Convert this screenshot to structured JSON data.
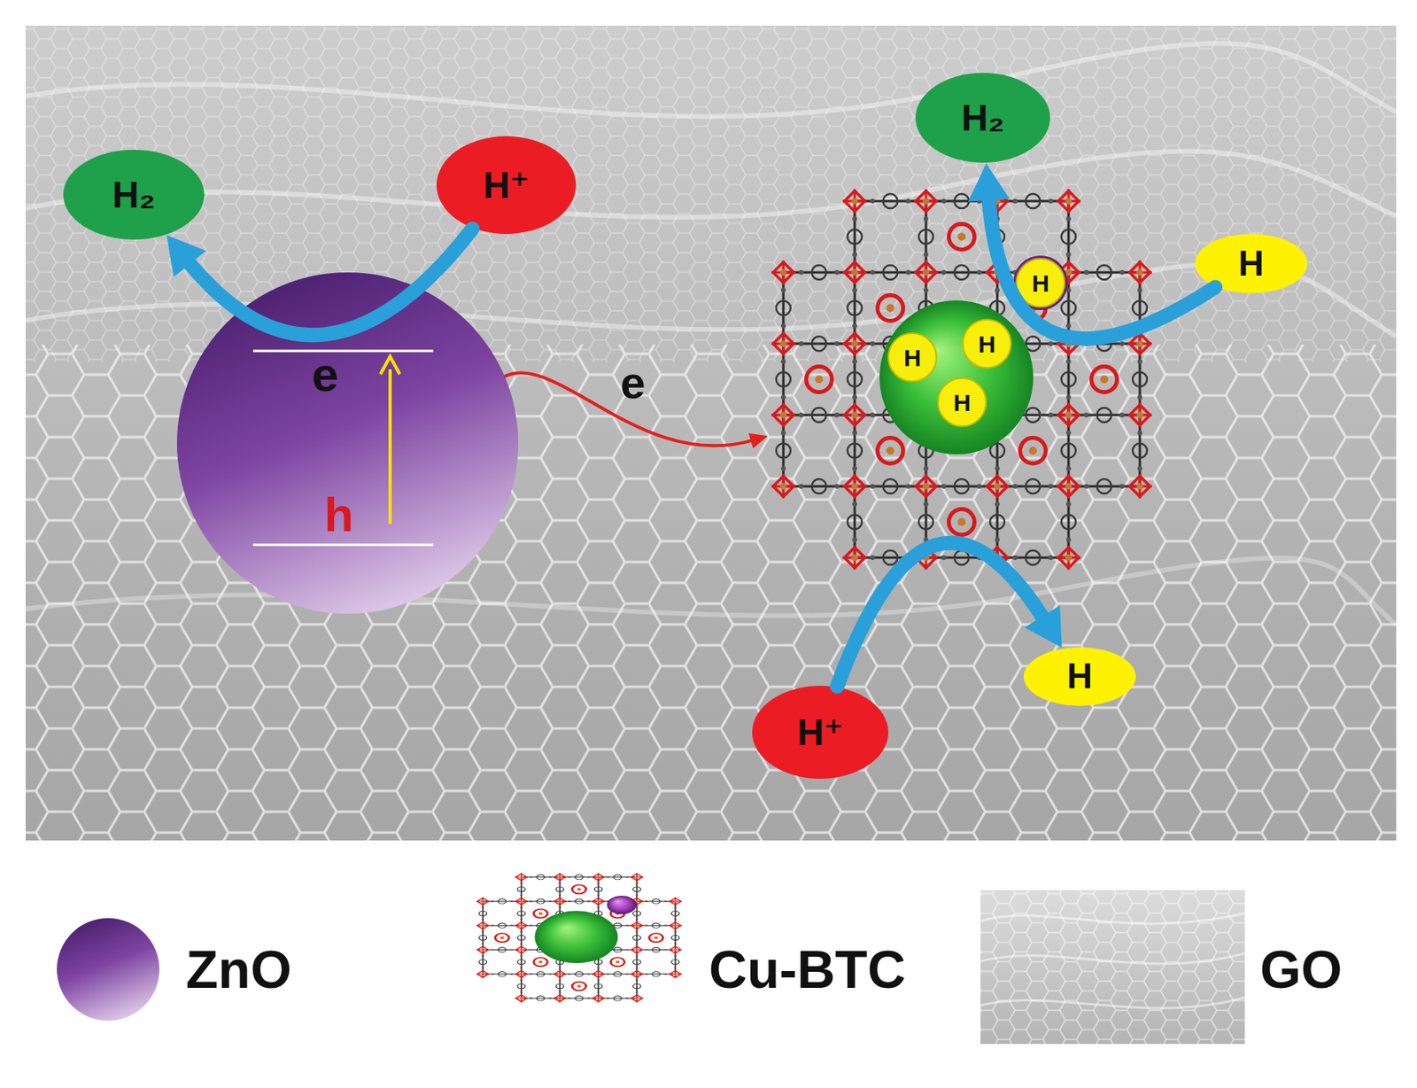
{
  "diagram": {
    "nodes": [
      {
        "text": [
          "H₂"
        ]
      },
      {
        "text": [
          "H⁺"
        ]
      },
      {
        "text": [
          "e",
          "h"
        ]
      },
      {
        "text": [
          "H₂"
        ]
      },
      {
        "text": []
      },
      {
        "text": [
          "H"
        ],
        "in": 4
      },
      {
        "text": [
          "H"
        ],
        "in": 4
      },
      {
        "text": [
          "H"
        ],
        "in": 4
      },
      {
        "text": [
          "H"
        ],
        "in": 4
      },
      {
        "text": [
          "H"
        ]
      },
      {
        "text": [
          "H⁺"
        ]
      },
      {
        "text": [
          "H"
        ]
      }
    ],
    "edges": [
      {
        "from": 1,
        "to": 0,
        "arrow": "to"
      },
      {
        "from": 2,
        "to": 4,
        "label": "e",
        "arrow": "to"
      },
      {
        "from": 9,
        "to": 3,
        "arrow": "to"
      },
      {
        "from": 10,
        "to": 11,
        "arrow": "to"
      }
    ],
    "legend": [
      {
        "text": "ZnO"
      },
      {
        "text": "Cu-BTC"
      },
      {
        "text": "GO"
      }
    ]
  }
}
